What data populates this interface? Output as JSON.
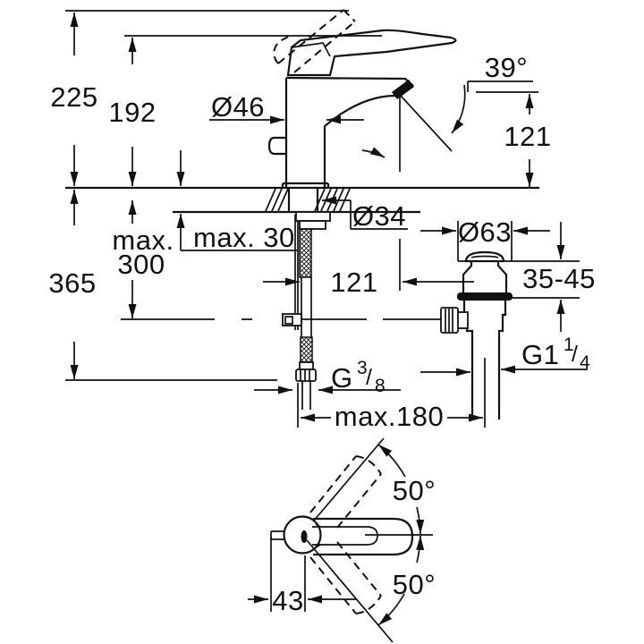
{
  "colors": {
    "background": "#ffffff",
    "line": "#111111"
  },
  "side_view": {
    "overall_height": "225",
    "spout_top_height": "192",
    "body_diameter": "Ø46",
    "stream_angle": "39°",
    "outlet_height": "121",
    "deck_thickness": "max. 30",
    "hole_diameter": "Ø34",
    "spout_reach": "121",
    "rod_below_line1": "max.",
    "rod_below_line2": "300",
    "hose_below": "365",
    "flange_diameter": "Ø63",
    "clamping_range": "35-45",
    "supply_thread": {
      "base": "G",
      "num": "3",
      "slash": "/",
      "den": "8"
    },
    "drain_thread": {
      "base": "G1",
      "num": "1",
      "slash": "/",
      "den": "4"
    },
    "center_distance": "max.180"
  },
  "top_view": {
    "swing_up": "50°",
    "swing_down": "50°",
    "handle_offset": "43"
  }
}
